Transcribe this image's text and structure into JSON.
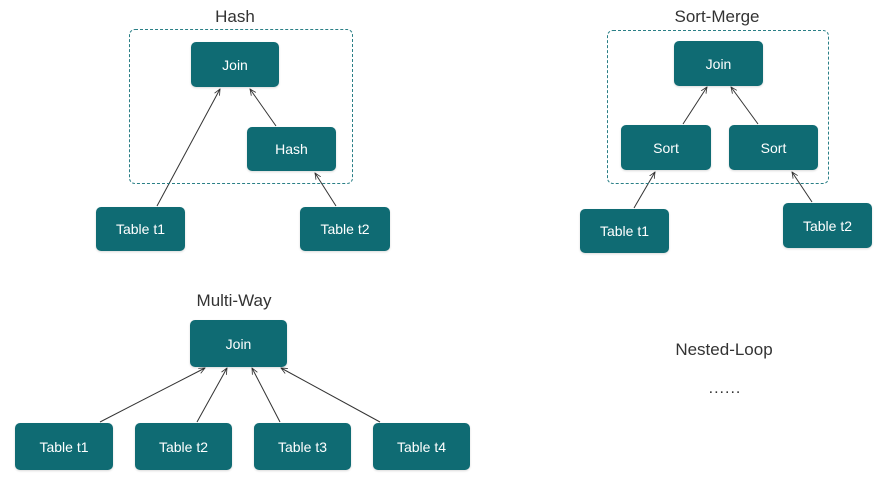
{
  "hash": {
    "title": "Hash",
    "join": "Join",
    "hash_node": "Hash",
    "table1": "Table t1",
    "table2": "Table t2"
  },
  "sort_merge": {
    "title": "Sort-Merge",
    "join": "Join",
    "sort_left": "Sort",
    "sort_right": "Sort",
    "table1": "Table t1",
    "table2": "Table t2"
  },
  "multi_way": {
    "title": "Multi-Way",
    "join": "Join",
    "tables": [
      "Table t1",
      "Table t2",
      "Table t3",
      "Table t4"
    ]
  },
  "nested_loop": {
    "title": "Nested-Loop",
    "ellipsis": "......"
  },
  "colors": {
    "node_fill": "#0f6b73",
    "dashed_border": "#2a7f86",
    "edge": "#333333"
  }
}
